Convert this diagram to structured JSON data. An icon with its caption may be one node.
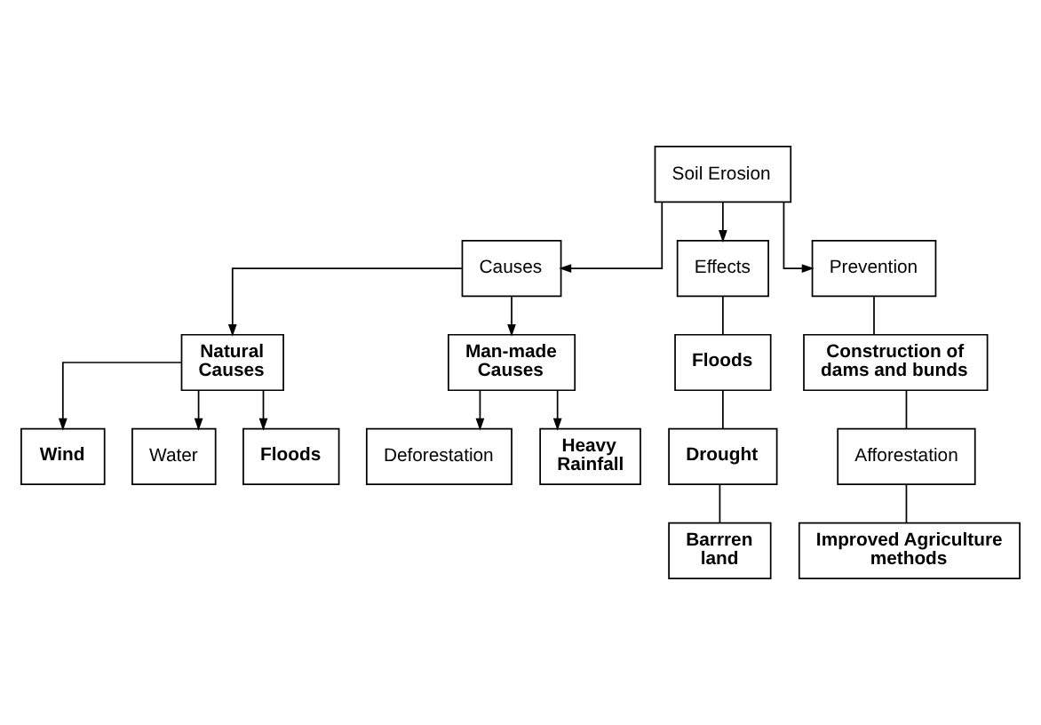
{
  "diagram": {
    "nodes": [
      {
        "text": [
          "Soil Erosion"
        ]
      },
      {
        "text": [
          "Causes"
        ]
      },
      {
        "text": [
          "Effects"
        ]
      },
      {
        "text": [
          "Prevention"
        ]
      },
      {
        "text": [
          "Natural Causes"
        ]
      },
      {
        "text": [
          "Man-made Causes"
        ]
      },
      {
        "text": [
          "Wind"
        ]
      },
      {
        "text": [
          "Water"
        ]
      },
      {
        "text": [
          "Floods"
        ]
      },
      {
        "text": [
          "Deforestation"
        ]
      },
      {
        "text": [
          "Heavy Rainfall"
        ]
      },
      {
        "text": [
          "Floods"
        ]
      },
      {
        "text": [
          "Drought"
        ]
      },
      {
        "text": [
          "Barrren land"
        ]
      },
      {
        "text": [
          "Construction of dams and bunds"
        ]
      },
      {
        "text": [
          "Afforestation"
        ]
      },
      {
        "text": [
          "Improved Agriculture methods"
        ]
      }
    ],
    "edges": [
      {
        "from": 0,
        "to": 1,
        "arrow": "to"
      },
      {
        "from": 0,
        "to": 2,
        "arrow": "to"
      },
      {
        "from": 0,
        "to": 3,
        "arrow": "to"
      },
      {
        "from": 1,
        "to": 4,
        "arrow": "to"
      },
      {
        "from": 1,
        "to": 5,
        "arrow": "to"
      },
      {
        "from": 4,
        "to": 6,
        "arrow": "to"
      },
      {
        "from": 4,
        "to": 7,
        "arrow": "to"
      },
      {
        "from": 4,
        "to": 8,
        "arrow": "to"
      },
      {
        "from": 5,
        "to": 9,
        "arrow": "to"
      },
      {
        "from": 5,
        "to": 10,
        "arrow": "to"
      },
      {
        "from": 2,
        "to": 11,
        "arrow": "none"
      },
      {
        "from": 11,
        "to": 12,
        "arrow": "none"
      },
      {
        "from": 12,
        "to": 13,
        "arrow": "none"
      },
      {
        "from": 3,
        "to": 14,
        "arrow": "none"
      },
      {
        "from": 14,
        "to": 15,
        "arrow": "none"
      },
      {
        "from": 15,
        "to": 16,
        "arrow": "none"
      }
    ]
  }
}
